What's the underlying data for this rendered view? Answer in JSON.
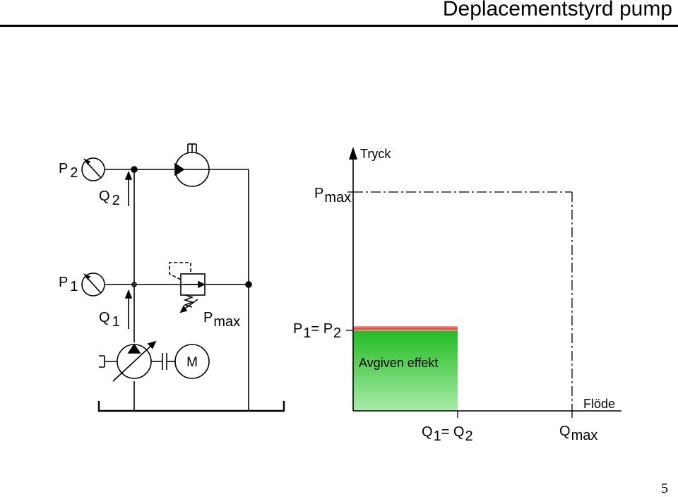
{
  "slide": {
    "title": "Deplacementstyrd pump",
    "page_number": "5"
  },
  "circuit": {
    "p2": {
      "base": "P",
      "sub": "2"
    },
    "q2": {
      "base": "Q",
      "sub": "2"
    },
    "p1": {
      "base": "P",
      "sub": "1"
    },
    "q1": {
      "base": "Q",
      "sub": "1"
    },
    "relief_valve": {
      "base": "P",
      "sub": "max"
    },
    "motor_label": "M"
  },
  "graph": {
    "y_axis_label": "Tryck",
    "x_axis_label": "Flöde",
    "pmax": {
      "base": "P",
      "sub": "max"
    },
    "p_eq": {
      "a": "P",
      "a_sub": "1",
      "eq": "= P",
      "b_sub": "2"
    },
    "q_eq": {
      "a": "Q",
      "a_sub": "1",
      "eq": "= Q",
      "b_sub": "2"
    },
    "qmax": {
      "base": "Q",
      "sub": "max"
    },
    "area_label": "Avgiven effekt",
    "colors": {
      "area_fill": "#86e186",
      "area_dark": "#22bb22",
      "loss_band": "#e86a6a"
    }
  }
}
